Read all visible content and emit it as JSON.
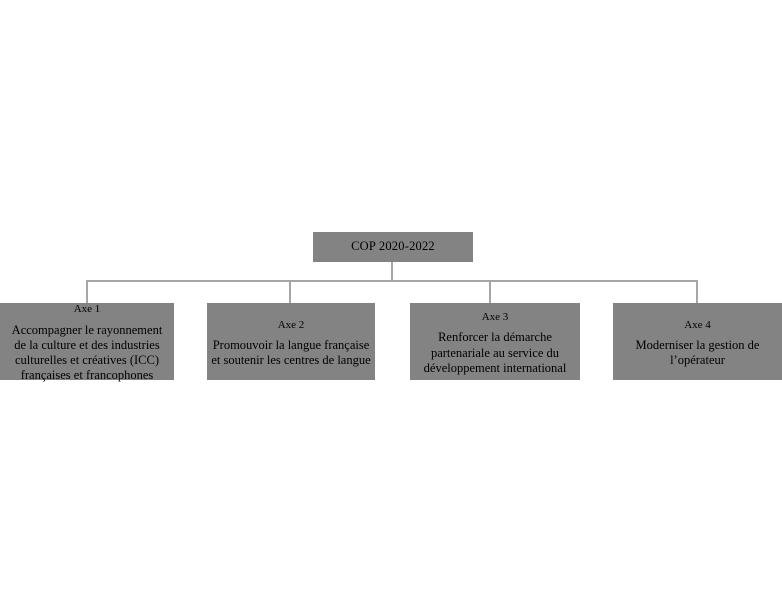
{
  "diagram": {
    "type": "organizational-tree",
    "background_color": "#ffffff",
    "node_fill_color": "#838383",
    "connector_color": "#a6a6a6",
    "text_color": "#000000",
    "root": {
      "label": "COP 2020-2022"
    },
    "branches": [
      {
        "title": "Axe 1",
        "description": "Accompagner le rayonnement de la culture et des industries culturelles et créatives (ICC) françaises et francophones",
        "lines": [
          "Accompagner le rayonnement",
          "de la culture et des industries",
          "culturelles et créatives (ICC)",
          "françaises et francophones"
        ]
      },
      {
        "title": "Axe 2",
        "description": "Promouvoir la langue française et soutenir les centres de langue",
        "lines": [
          "Promouvoir la langue française",
          "et soutenir les centres de langue"
        ]
      },
      {
        "title": "Axe 3",
        "description": "Renforcer la démarche partenariale au service du développement international",
        "lines": [
          "Renforcer la démarche",
          "partenariale au service du",
          "développement international"
        ]
      },
      {
        "title": "Axe 4",
        "description": "Moderniser la gestion de l’opérateur",
        "lines": [
          "Moderniser la gestion de",
          "l’opérateur"
        ]
      }
    ]
  }
}
